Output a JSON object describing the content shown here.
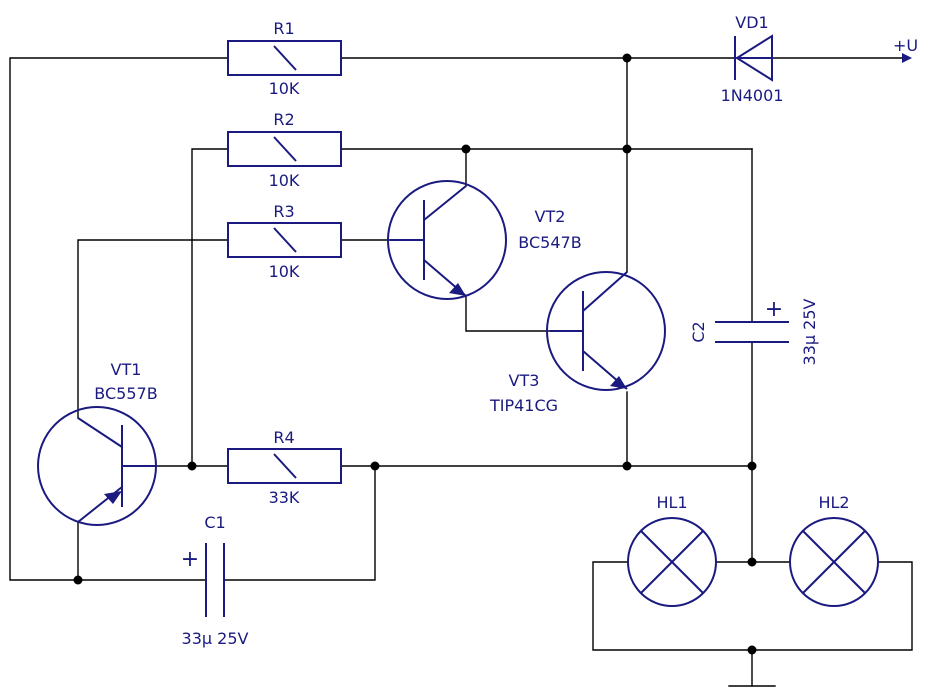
{
  "components": {
    "r1": {
      "ref": "R1",
      "value": "10K"
    },
    "r2": {
      "ref": "R2",
      "value": "10K"
    },
    "r3": {
      "ref": "R3",
      "value": "10K"
    },
    "r4": {
      "ref": "R4",
      "value": "33K"
    },
    "vd1": {
      "ref": "VD1",
      "value": "1N4001"
    },
    "vt1": {
      "ref": "VT1",
      "value": "BC557B"
    },
    "vt2": {
      "ref": "VT2",
      "value": "BC547B"
    },
    "vt3": {
      "ref": "VT3",
      "value": "TIP41CG"
    },
    "c1": {
      "ref": "C1",
      "value": "33µ 25V",
      "polarity": "+"
    },
    "c2": {
      "ref": "C2",
      "value": "33µ 25V",
      "polarity": "+"
    },
    "hl1": {
      "ref": "HL1"
    },
    "hl2": {
      "ref": "HL2"
    }
  },
  "supply": {
    "label": "+U"
  },
  "colors": {
    "symbol": "#1a1a80",
    "wire": "#000000"
  }
}
